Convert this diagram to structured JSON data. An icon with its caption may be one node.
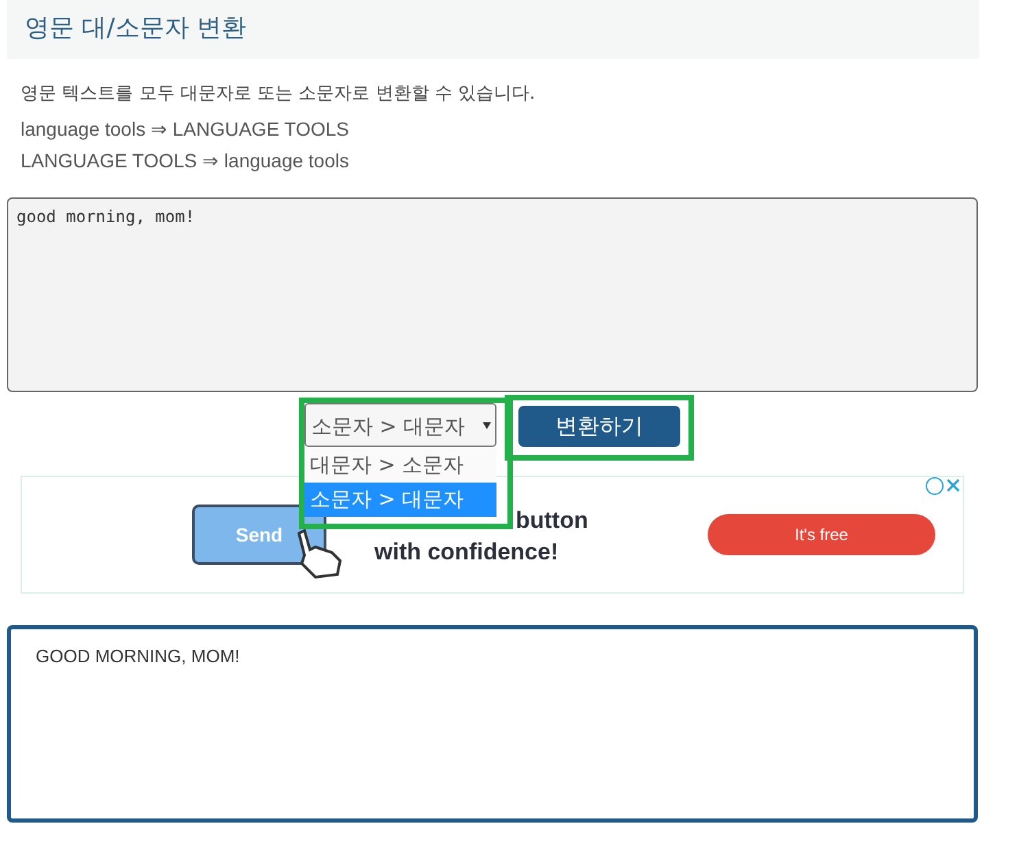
{
  "diagram": {
    "title": "영문 대/소문자 변환",
    "labels": [
      "영문 텍스트를 모두 대문자로 또는 소문자로 변환할 수 있습니다.",
      "language tools ⇒ LANGUAGE TOOLS",
      "LANGUAGE TOOLS ⇒ language tools",
      "good morning, mom!",
      "소문자 > 대문자",
      "변환하기",
      "대문자 > 소문자",
      "소문자 > 대문자",
      "Send",
      "button",
      "with confidence!",
      "It's free",
      "GOOD MORNING, MOM!"
    ]
  }
}
